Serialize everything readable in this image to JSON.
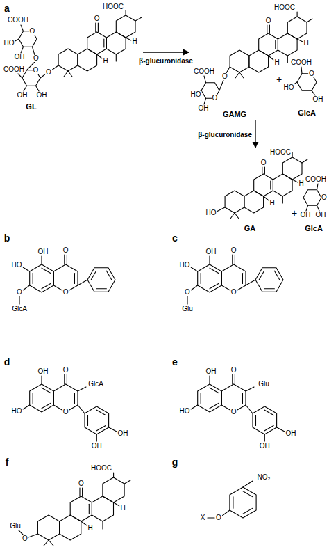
{
  "diagram": {
    "nodes": [
      {
        "text": [
          "GL"
        ]
      },
      {
        "text": [
          "GAMG"
        ]
      },
      {
        "text": [
          "GlcA"
        ]
      },
      {
        "text": [
          "GA"
        ]
      },
      {
        "text": [
          "GlcA"
        ]
      }
    ],
    "edges": [
      {
        "from": 0,
        "to": 1,
        "arrow": "to",
        "label": "β-glucuronidase"
      },
      {
        "from": 1,
        "to": 3,
        "arrow": "to",
        "label": "β-glucuronidase"
      }
    ],
    "labels": [
      "a",
      "HOOC",
      "O",
      "H",
      "H",
      "COOH",
      "O",
      "HO",
      "OH",
      "O",
      "O",
      "COOH",
      "OH",
      "OH",
      "O",
      "HOOC",
      "O",
      "H",
      "H",
      "O",
      "COOH",
      "O",
      "HO",
      "OH",
      "+",
      "COOH",
      "O",
      "HO",
      "OH",
      "HOOC",
      "O",
      "H",
      "H",
      "HO",
      "+",
      "COOH",
      "O",
      "OH",
      "OH",
      "b",
      "OH",
      "O",
      "HO",
      "O",
      "O",
      "GlcA",
      "c",
      "OH",
      "O",
      "HO",
      "O",
      "O",
      "Glu",
      "d",
      "OH",
      "O",
      "HO",
      "GlcA",
      "O",
      "OH",
      "OH",
      "e",
      "OH",
      "O",
      "HO",
      "Glu",
      "O",
      "OH",
      "OH",
      "f",
      "HOOC",
      "O",
      "H",
      "H",
      "Glu",
      "O",
      "g",
      "NO₂",
      "O",
      "X"
    ]
  }
}
